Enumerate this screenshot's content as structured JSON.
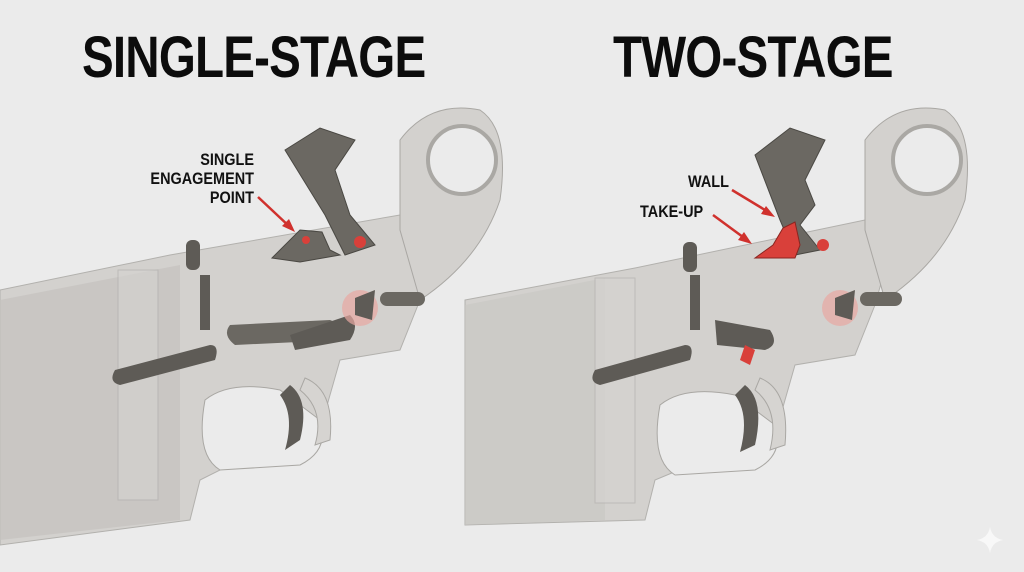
{
  "panels": [
    {
      "title": "SINGLE-STAGE",
      "callouts": [
        {
          "lines": [
            "SINGLE",
            "ENGAGEMENT",
            "POINT"
          ],
          "points_to": "sear-engagement"
        }
      ]
    },
    {
      "title": "TWO-STAGE",
      "callouts": [
        {
          "lines": [
            "WALL"
          ],
          "points_to": "second-stage-wall"
        },
        {
          "lines": [
            "TAKE-UP"
          ],
          "points_to": "first-stage-take-up"
        }
      ]
    }
  ],
  "colors": {
    "background": "#ebebeb",
    "title_text": "#0c0c0c",
    "receiver_translucent": "#c9c7c4",
    "metal_parts": "#6b6862",
    "highlight_red": "#d9403a",
    "arrow_red": "#d0312d"
  },
  "watermark_icon": "sparkle-icon"
}
